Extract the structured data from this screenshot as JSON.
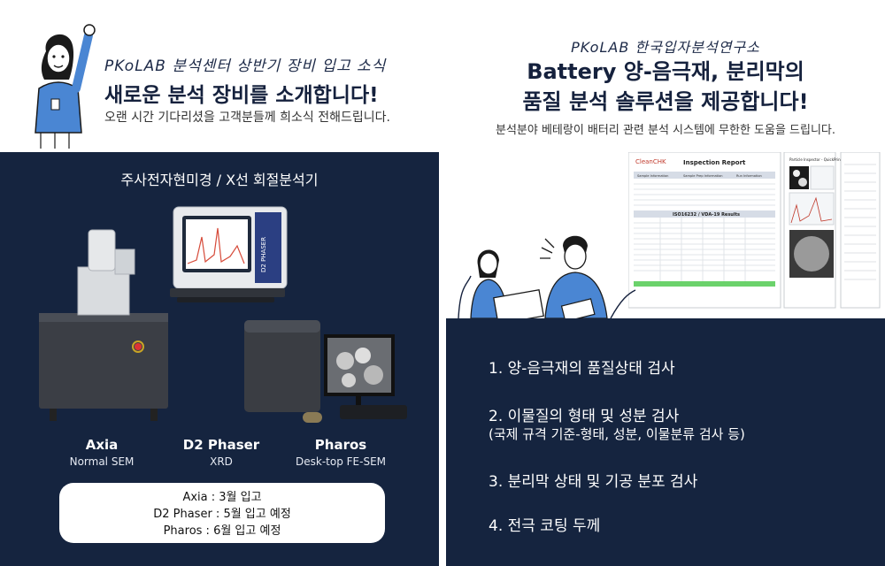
{
  "left": {
    "handwritten_title": "PKoLAB 분석센터 상반기 장비 입고 소식",
    "title": "새로운 분석 장비를 소개합니다!",
    "subtitle": "오랜 시간 기다리셨을 고객분들께 희소식 전해드립니다.",
    "section_title": "주사전자현미경 / X선 회절분석기",
    "equipment": [
      {
        "name": "Axia",
        "desc": "Normal SEM"
      },
      {
        "name": "D2 Phaser",
        "desc": "XRD"
      },
      {
        "name": "Pharos",
        "desc": "Desk-top FE-SEM"
      }
    ],
    "machine_label": "D2 PHASER",
    "schedule": [
      "Axia : 3월 입고",
      "D2 Phaser : 5월 입고 예정",
      "Pharos : 6월 입고 예정"
    ]
  },
  "right": {
    "handwritten_title": "PKoLAB 한국입자분석연구소",
    "title_line1": "Battery 양-음극재, 분리막의",
    "title_line2": "품질 분석 솔루션을 제공합니다!",
    "subtitle": "분석분야 베테랑이 배터리 관련 분석 시스템에 무한한 도움을 드립니다.",
    "report": {
      "logo": "CleanCHK",
      "title": "Inspection Report",
      "col_headers": [
        "Sample Information",
        "Sample Prep Information",
        "Run Information"
      ],
      "results_title": "ISO16232 / VDA-19 Results",
      "side_title": "Particle Inspector - QuickPrint Report"
    },
    "items": [
      "1. 양-음극재의 품질상태 검사",
      "2. 이물질의 형태 및 성분 검사",
      "(국제 규격 기준-형태, 성분, 이물분류 검사 등)",
      "3. 분리막 상태 및 기공 분포 검사",
      "4. 전극 코팅 두께"
    ]
  },
  "colors": {
    "navy": "#15243f",
    "ink": "#15213d",
    "shirt": "#4a86d3",
    "report_green": "#6bd26b"
  }
}
